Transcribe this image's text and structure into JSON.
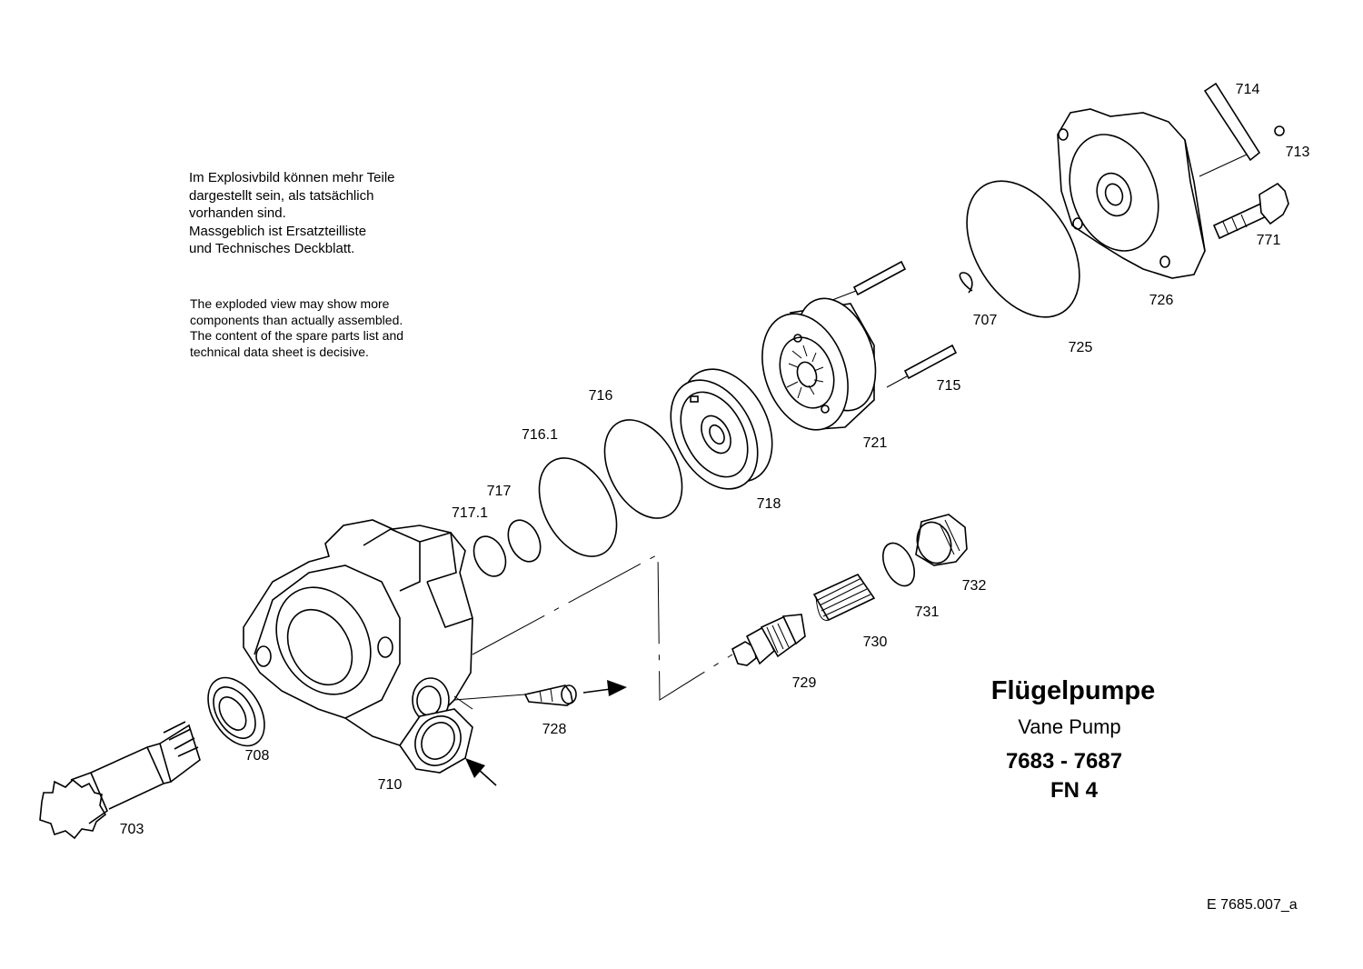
{
  "notes": {
    "german": "Im Explosivbild können mehr Teile\ndargestellt sein, als tatsächlich\nvorhanden sind.\nMassgeblich ist Ersatzteilliste\nund Technisches Deckblatt.",
    "english": "The exploded view may show more\ncomponents than actually assembled.\nThe content of the spare parts list and\ntechnical data sheet is decisive."
  },
  "title": {
    "name_de": "Flügelpumpe",
    "name_en": "Vane Pump",
    "range": "7683 - 7687",
    "code": "FN 4"
  },
  "document_number": "E  7685.007_a",
  "part_labels": {
    "p703": "703",
    "p707": "707",
    "p708": "708",
    "p710": "710",
    "p713": "713",
    "p714": "714",
    "p715": "715",
    "p716": "716",
    "p716_1": "716.1",
    "p717": "717",
    "p717_1": "717.1",
    "p718": "718",
    "p721": "721",
    "p725": "725",
    "p726": "726",
    "p728": "728",
    "p729": "729",
    "p730": "730",
    "p731": "731",
    "p732": "732",
    "p771": "771"
  }
}
